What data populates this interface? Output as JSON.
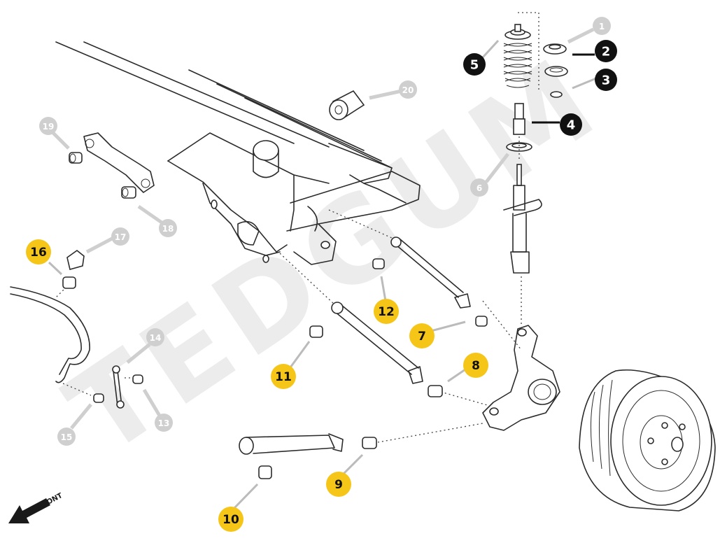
{
  "watermark": "TEDGUM",
  "direction_label": "FRONT",
  "callouts": [
    {
      "id": "1",
      "style": "grey"
    },
    {
      "id": "2",
      "style": "black"
    },
    {
      "id": "3",
      "style": "black"
    },
    {
      "id": "4",
      "style": "black"
    },
    {
      "id": "5",
      "style": "black"
    },
    {
      "id": "6",
      "style": "grey"
    },
    {
      "id": "7",
      "style": "yellow"
    },
    {
      "id": "8",
      "style": "yellow"
    },
    {
      "id": "9",
      "style": "yellow"
    },
    {
      "id": "10",
      "style": "yellow"
    },
    {
      "id": "11",
      "style": "yellow"
    },
    {
      "id": "12",
      "style": "yellow"
    },
    {
      "id": "13",
      "style": "grey"
    },
    {
      "id": "14",
      "style": "grey"
    },
    {
      "id": "15",
      "style": "grey"
    },
    {
      "id": "16",
      "style": "yellow"
    },
    {
      "id": "17",
      "style": "grey"
    },
    {
      "id": "18",
      "style": "grey"
    },
    {
      "id": "19",
      "style": "grey"
    },
    {
      "id": "20",
      "style": "grey"
    }
  ],
  "colors": {
    "yellow": "#f5c518",
    "black": "#111111",
    "grey": "#cfcfcf",
    "watermark": "#ececec"
  }
}
